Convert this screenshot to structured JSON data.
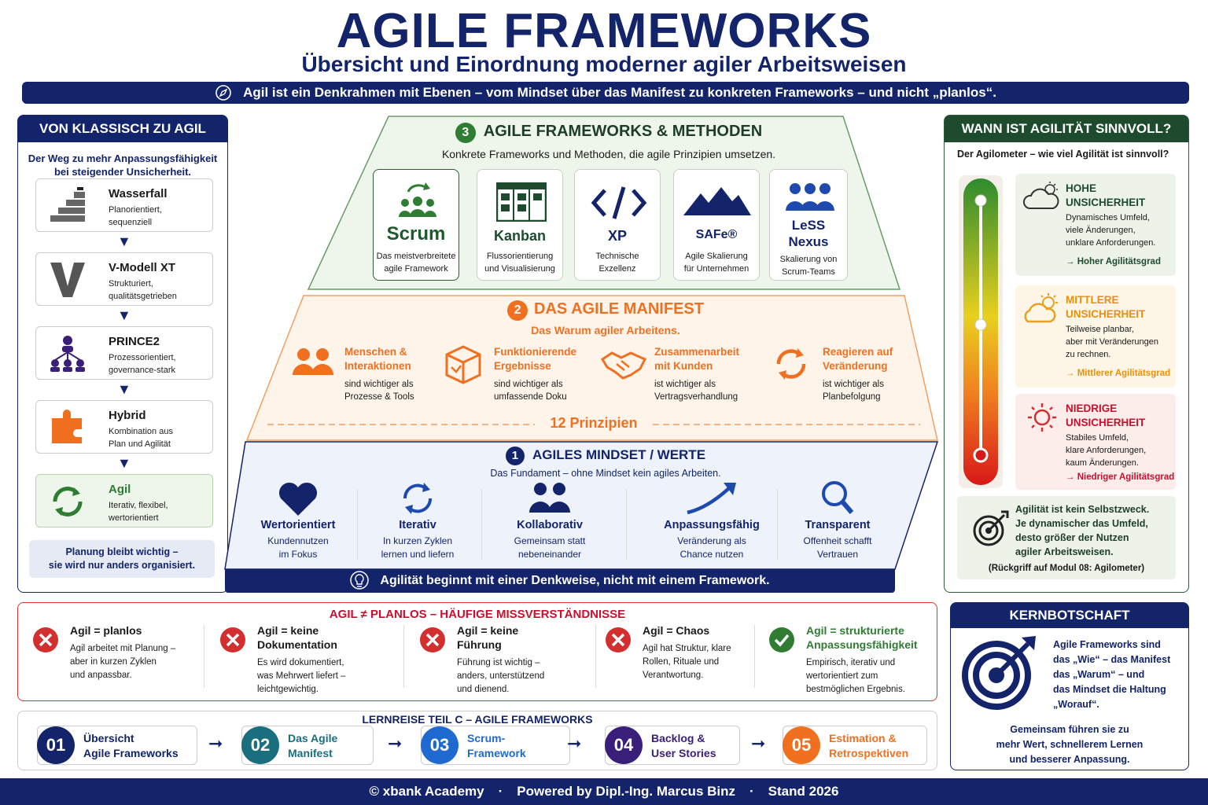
{
  "header": {
    "title": "AGILE FRAMEWORKS",
    "subtitle": "Übersicht und Einordnung moderner agiler Arbeitsweisen",
    "banner": "Agil ist ein Denkrahmen mit Ebenen – vom Mindset über das Manifest zu konkreten Frameworks – und nicht „planlos“."
  },
  "left_panel": {
    "title": "VON KLASSISCH ZU AGIL",
    "intro": "Der Weg zu mehr Anpassungsfähigkeit bei steigender Unsicherheit.",
    "stages": [
      {
        "name": "Wasserfall",
        "desc1": "Planorientiert,",
        "desc2": "sequenziell"
      },
      {
        "name": "V-Modell XT",
        "desc1": "Strukturiert,",
        "desc2": "qualitätsgetrieben"
      },
      {
        "name": "PRINCE2",
        "desc1": "Prozessorientiert,",
        "desc2": "governance-stark"
      },
      {
        "name": "Hybrid",
        "desc1": "Kombination aus",
        "desc2": "Plan und Agilität"
      },
      {
        "name": "Agil",
        "desc1": "Iterativ, flexibel,",
        "desc2": "wertorientiert"
      }
    ],
    "note1": "Planung bleibt wichtig –",
    "note2": "sie wird nur anders organisiert."
  },
  "level3": {
    "num": "3",
    "title": "AGILE FRAMEWORKS & METHODEN",
    "subtitle": "Konkrete Frameworks und Methoden, die agile Prinzipien umsetzen.",
    "frameworks": [
      {
        "name": "Scrum",
        "d1": "Das meistverbreitete",
        "d2": "agile Framework"
      },
      {
        "name": "Kanban",
        "d1": "Flussorientierung",
        "d2": "und Visualisierung"
      },
      {
        "name": "XP",
        "d1": "Technische",
        "d2": "Exzellenz"
      },
      {
        "name": "SAFe®",
        "d1": "Agile Skalierung",
        "d2": "für Unternehmen"
      },
      {
        "name": "LeSS",
        "name2": "Nexus",
        "d1": "Skalierung von",
        "d2": "Scrum-Teams"
      }
    ]
  },
  "level2": {
    "num": "2",
    "title": "DAS AGILE MANIFEST",
    "subtitle": "Das Warum agiler Arbeitens.",
    "values": [
      {
        "n1": "Menschen &",
        "n2": "Interaktionen",
        "d1": "sind wichtiger als",
        "d2": "Prozesse & Tools"
      },
      {
        "n1": "Funktionierende",
        "n2": "Ergebnisse",
        "d1": "sind wichtiger als",
        "d2": "umfassende Doku"
      },
      {
        "n1": "Zusammenarbeit",
        "n2": "mit Kunden",
        "d1": "ist wichtiger als",
        "d2": "Vertragsverhandlung"
      },
      {
        "n1": "Reagieren auf",
        "n2": "Veränderung",
        "d1": "ist wichtiger als",
        "d2": "Planbefolgung"
      }
    ],
    "principles": "12 Prinzipien"
  },
  "level1": {
    "num": "1",
    "title": "AGILES MINDSET / WERTE",
    "subtitle": "Das Fundament – ohne Mindset kein agiles Arbeiten.",
    "items": [
      {
        "name": "Wertorientiert",
        "d1": "Kundennutzen",
        "d2": "im Fokus"
      },
      {
        "name": "Iterativ",
        "d1": "In kurzen Zyklen",
        "d2": "lernen und liefern"
      },
      {
        "name": "Kollaborativ",
        "d1": "Gemeinsam statt",
        "d2": "nebeneinander"
      },
      {
        "name": "Anpassungsfähig",
        "d1": "Veränderung als",
        "d2": "Chance nutzen"
      },
      {
        "name": "Transparent",
        "d1": "Offenheit schafft",
        "d2": "Vertrauen"
      }
    ],
    "bar": "Agilität beginnt mit einer Denkweise, nicht mit einem Framework."
  },
  "right_panel": {
    "title": "WANN IST AGILITÄT SINNVOLL?",
    "question": "Der Agilometer – wie viel Agilität ist sinnvoll?",
    "levels": [
      {
        "n1": "HOHE",
        "n2": "UNSICHERHEIT",
        "d1": "Dynamisches Umfeld,",
        "d2": "viele Änderungen,",
        "d3": "unklare Anforderungen.",
        "grade": "→ Hoher Agilitätsgrad"
      },
      {
        "n1": "MITTLERE",
        "n2": "UNSICHERHEIT",
        "d1": "Teilweise planbar,",
        "d2": "aber mit Veränderungen",
        "d3": "zu rechnen.",
        "grade": "→ Mittlerer Agilitätsgrad"
      },
      {
        "n1": "NIEDRIGE",
        "n2": "UNSICHERHEIT",
        "d1": "Stabiles Umfeld,",
        "d2": "klare Anforderungen,",
        "d3": "kaum Änderungen.",
        "grade": "→ Niedriger Agilitätsgrad"
      }
    ],
    "note1": "Agilität ist kein Selbstzweck.",
    "note2": "Je dynamischer das Umfeld,",
    "note3": "desto größer der Nutzen",
    "note4": "agiler Arbeitsweisen.",
    "ref": "(Rückgriff auf Modul 08: Agilometer)"
  },
  "misconceptions": {
    "title": "AGIL ≠ PLANLOS – HÄUFIGE MISSVERSTÄNDNISSE",
    "items": [
      {
        "t1": "Agil = planlos",
        "t2": "",
        "d1": "Agil arbeitet mit Planung –",
        "d2": "aber in kurzen Zyklen",
        "d3": "und anpassbar."
      },
      {
        "t1": "Agil = keine",
        "t2": "Dokumentation",
        "d1": "Es wird dokumentiert,",
        "d2": "was Mehrwert liefert –",
        "d3": "leichtgewichtig."
      },
      {
        "t1": "Agil = keine",
        "t2": "Führung",
        "d1": "Führung ist wichtig –",
        "d2": "anders, unterstützend",
        "d3": "und dienend."
      },
      {
        "t1": "Agil = Chaos",
        "t2": "",
        "d1": "Agil hat Struktur, klare",
        "d2": "Rollen, Rituale und",
        "d3": "Verantwortung."
      },
      {
        "t1": "Agil = strukturierte",
        "t2": "Anpassungsfähigkeit",
        "d1": "Empirisch, iterativ und",
        "d2": "wertorientiert zum",
        "d3": "bestmöglichen Ergebnis."
      }
    ]
  },
  "journey": {
    "title": "LERNREISE TEIL C – AGILE FRAMEWORKS",
    "steps": [
      {
        "num": "01",
        "l1": "Übersicht",
        "l2": "Agile Frameworks"
      },
      {
        "num": "02",
        "l1": "Das Agile",
        "l2": "Manifest"
      },
      {
        "num": "03",
        "l1": "Scrum-",
        "l2": "Framework"
      },
      {
        "num": "04",
        "l1": "Backlog &",
        "l2": "User Stories"
      },
      {
        "num": "05",
        "l1": "Estimation &",
        "l2": "Retrospektiven"
      }
    ]
  },
  "kern": {
    "title": "KERNBOTSCHAFT",
    "l1": "Agile Frameworks sind",
    "l2": "das „Wie“ – das Manifest",
    "l3": "das „Warum“ – und",
    "l4": "das Mindset die Haltung",
    "l5": "„Worauf“.",
    "b1": "Gemeinsam führen sie zu",
    "b2": "mehr Wert, schnellerem Lernen",
    "b3": "und besserer Anpassung."
  },
  "footer": {
    "a": "© xbank Academy",
    "dot": "·",
    "b": "Powered by Dipl.-Ing. Marcus Binz",
    "c": "Stand 2026"
  },
  "colors": {
    "navy": "#13246b",
    "green": "#2e7d32",
    "orange": "#f07020",
    "red": "#d32f2f"
  }
}
